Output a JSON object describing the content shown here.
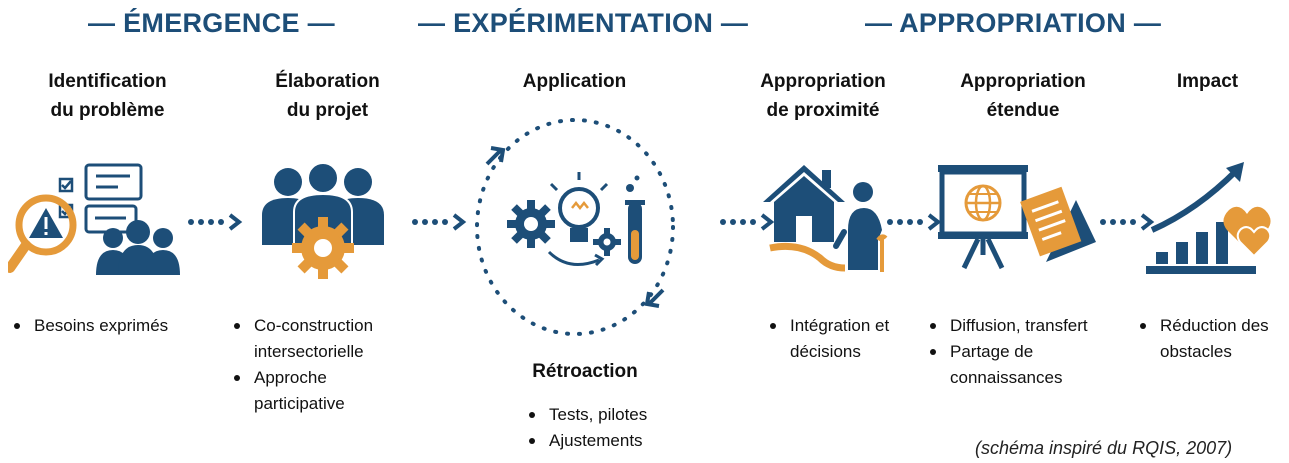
{
  "phases": [
    {
      "label": "— ÉMERGENCE —"
    },
    {
      "label": "— EXPÉRIMENTATION —"
    },
    {
      "label": "— APPROPRIATION —"
    }
  ],
  "stages": [
    {
      "title_lines": [
        "Identification",
        "du problème"
      ],
      "bullets": [
        "Besoins exprimés"
      ],
      "icon": "problem-identification-icon"
    },
    {
      "title_lines": [
        "Élaboration",
        "du projet"
      ],
      "bullets": [
        "Co-construction intersectorielle",
        "Approche participative"
      ],
      "icon": "team-gear-icon"
    },
    {
      "title_lines": [
        "Application"
      ],
      "bullets": [],
      "icon": "innovation-cycle-icon"
    },
    {
      "title_lines": [
        "Appropriation",
        "de proximité"
      ],
      "bullets": [
        "Intégration et décisions"
      ],
      "icon": "house-elder-icon"
    },
    {
      "title_lines": [
        "Appropriation",
        "étendue"
      ],
      "bullets": [
        "Diffusion, transfert",
        "Partage de connaissances"
      ],
      "icon": "presentation-board-icon"
    },
    {
      "title_lines": [
        "Impact"
      ],
      "bullets": [
        "Réduction des obstacles"
      ],
      "icon": "growth-chart-heart-icon"
    }
  ],
  "feedback": {
    "title": "Rétroaction",
    "bullets": [
      "Tests, pilotes",
      "Ajustements"
    ]
  },
  "caption": "(schéma inspiré du RQIS, 2007)",
  "colors": {
    "navy": "#1d4e78",
    "orange": "#e59a3a"
  }
}
